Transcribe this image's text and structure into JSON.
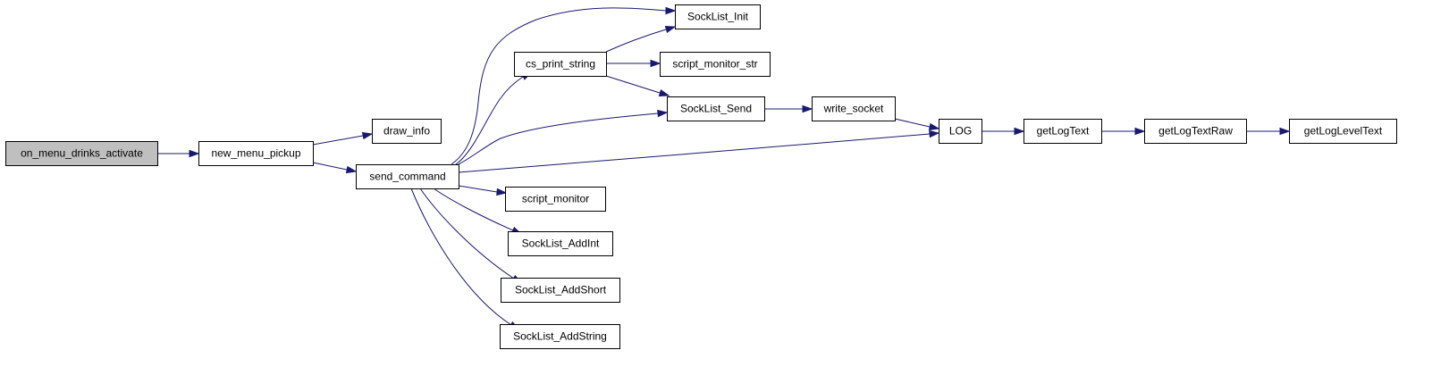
{
  "diagram": {
    "type": "call-graph",
    "colors": {
      "root_fill": "#bfbfbf",
      "node_fill": "#ffffff",
      "node_stroke": "#000000",
      "edge": "#191970"
    },
    "nodes": [
      {
        "id": "on_menu_drinks_activate",
        "label": "on_menu_drinks_activate",
        "root": true
      },
      {
        "id": "new_menu_pickup",
        "label": "new_menu_pickup"
      },
      {
        "id": "draw_info",
        "label": "draw_info"
      },
      {
        "id": "send_command",
        "label": "send_command"
      },
      {
        "id": "cs_print_string",
        "label": "cs_print_string"
      },
      {
        "id": "SockList_Init",
        "label": "SockList_Init"
      },
      {
        "id": "script_monitor_str",
        "label": "script_monitor_str"
      },
      {
        "id": "SockList_Send",
        "label": "SockList_Send"
      },
      {
        "id": "write_socket",
        "label": "write_socket"
      },
      {
        "id": "LOG",
        "label": "LOG"
      },
      {
        "id": "getLogText",
        "label": "getLogText"
      },
      {
        "id": "getLogTextRaw",
        "label": "getLogTextRaw"
      },
      {
        "id": "getLogLevelText",
        "label": "getLogLevelText"
      },
      {
        "id": "script_monitor",
        "label": "script_monitor"
      },
      {
        "id": "SockList_AddInt",
        "label": "SockList_AddInt"
      },
      {
        "id": "SockList_AddShort",
        "label": "SockList_AddShort"
      },
      {
        "id": "SockList_AddString",
        "label": "SockList_AddString"
      }
    ],
    "edges": [
      {
        "from": "on_menu_drinks_activate",
        "to": "new_menu_pickup"
      },
      {
        "from": "new_menu_pickup",
        "to": "draw_info"
      },
      {
        "from": "new_menu_pickup",
        "to": "send_command"
      },
      {
        "from": "send_command",
        "to": "cs_print_string"
      },
      {
        "from": "send_command",
        "to": "SockList_Init"
      },
      {
        "from": "send_command",
        "to": "SockList_Send"
      },
      {
        "from": "send_command",
        "to": "LOG"
      },
      {
        "from": "send_command",
        "to": "script_monitor"
      },
      {
        "from": "send_command",
        "to": "SockList_AddInt"
      },
      {
        "from": "send_command",
        "to": "SockList_AddShort"
      },
      {
        "from": "send_command",
        "to": "SockList_AddString"
      },
      {
        "from": "cs_print_string",
        "to": "SockList_Init"
      },
      {
        "from": "cs_print_string",
        "to": "script_monitor_str"
      },
      {
        "from": "cs_print_string",
        "to": "SockList_Send"
      },
      {
        "from": "SockList_Send",
        "to": "write_socket"
      },
      {
        "from": "write_socket",
        "to": "LOG"
      },
      {
        "from": "LOG",
        "to": "getLogText"
      },
      {
        "from": "getLogText",
        "to": "getLogTextRaw"
      },
      {
        "from": "getLogTextRaw",
        "to": "getLogLevelText"
      }
    ]
  }
}
